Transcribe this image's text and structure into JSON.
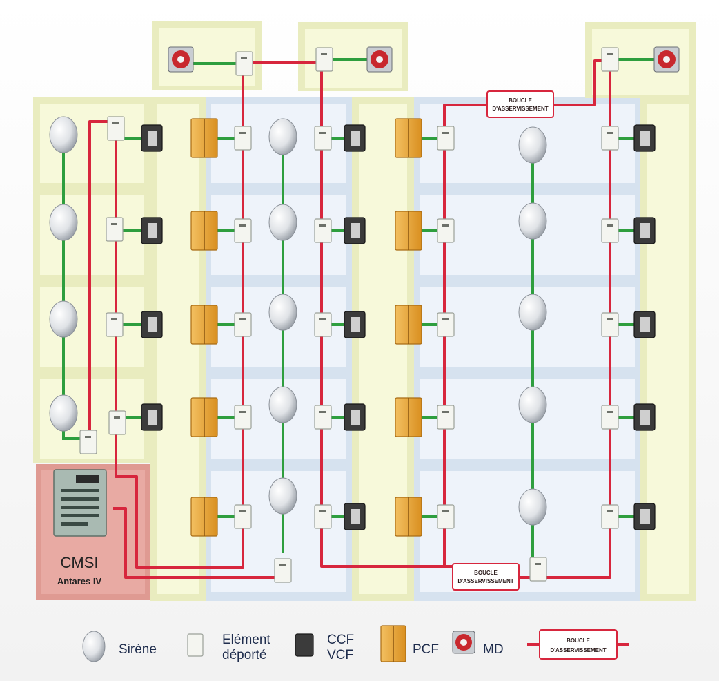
{
  "cmsi": {
    "title": "CMSI",
    "subtitle": "Antares IV"
  },
  "boucle": {
    "line1": "BOUCLE",
    "line2": "D'ASSERVISSEMENT"
  },
  "legend": {
    "sirene": "Sirène",
    "element_line1": "Elément",
    "element_line2": "déporté",
    "ccf_line1": "CCF",
    "ccf_line2": "VCF",
    "pcf": "PCF",
    "md": "MD",
    "boucle_line1": "BOUCLE",
    "boucle_line2": "D'ASSERVISSEMENT"
  },
  "colors": {
    "loop": "#d7263d",
    "link": "#2e9e3e",
    "room_wall": "#eef1c8",
    "room_inner": "#f8fadf",
    "hall_wall": "#dbe6f2",
    "hall_inner": "#eef3fa",
    "cmsi_bg": "#e09a94",
    "pcf": "#e8a83a"
  }
}
